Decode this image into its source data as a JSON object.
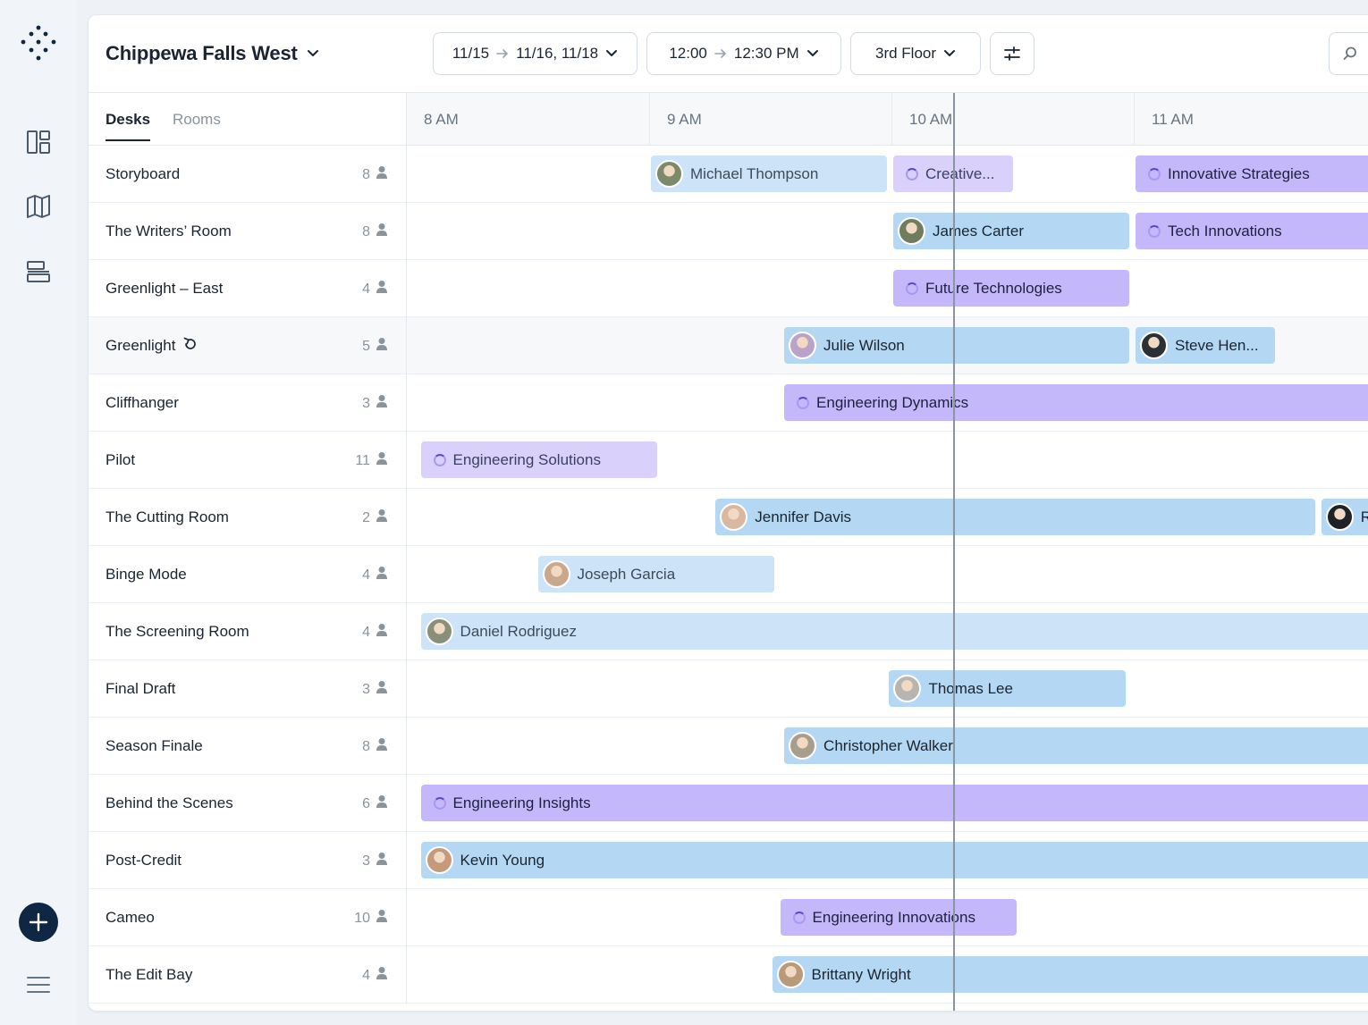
{
  "header": {
    "location": "Chippewa Falls West",
    "date_start": "11/15",
    "date_end": "11/16, 11/18",
    "time_start": "12:00",
    "time_end": "12:30 PM",
    "floor": "3rd Floor"
  },
  "tabs": [
    {
      "label": "Desks",
      "active": true
    },
    {
      "label": "Rooms",
      "active": false
    }
  ],
  "hours": [
    "8 AM",
    "9 AM",
    "10 AM",
    "11 AM"
  ],
  "rooms": [
    {
      "name": "Storyboard",
      "capacity": "8"
    },
    {
      "name": "The Writers’ Room",
      "capacity": "8"
    },
    {
      "name": "Greenlight – East",
      "capacity": "4"
    },
    {
      "name": "Greenlight",
      "capacity": "5",
      "highlighted": true
    },
    {
      "name": "Cliffhanger",
      "capacity": "3"
    },
    {
      "name": "Pilot",
      "capacity": "11"
    },
    {
      "name": "The Cutting Room",
      "capacity": "2"
    },
    {
      "name": "Binge Mode",
      "capacity": "4"
    },
    {
      "name": "The Screening Room",
      "capacity": "4"
    },
    {
      "name": "Final Draft",
      "capacity": "3"
    },
    {
      "name": "Season Finale",
      "capacity": "8"
    },
    {
      "name": "Behind the Scenes",
      "capacity": "6"
    },
    {
      "name": "Post-Credit",
      "capacity": "3"
    },
    {
      "name": "Cameo",
      "capacity": "10"
    },
    {
      "name": "The Edit Bay",
      "capacity": "4"
    }
  ],
  "bookings": [
    {
      "row": 0,
      "kind": "person",
      "label": "Michael Thompson",
      "start": "8:60",
      "end": "9:59",
      "avatar": "#7d8a6a"
    },
    {
      "row": 0,
      "kind": "team",
      "label": "Creative...",
      "start": "10:00",
      "end": "10:30"
    },
    {
      "row": 0,
      "kind": "team",
      "label": "Innovative Strategies",
      "start": "11:00",
      "end": "12:00",
      "strong": true
    },
    {
      "row": 1,
      "kind": "person",
      "label": "James Carter",
      "start": "10:00",
      "end": "10:59",
      "avatar": "#6f7d5e",
      "strong": true
    },
    {
      "row": 1,
      "kind": "team",
      "label": "Tech Innovations",
      "start": "11:00",
      "end": "12:00",
      "strong": true
    },
    {
      "row": 2,
      "kind": "team",
      "label": "Future Technologies",
      "start": "10:00",
      "end": "10:59",
      "strong": true
    },
    {
      "row": 3,
      "kind": "person",
      "label": "Julie Wilson",
      "start": "9:33",
      "end": "10:59",
      "avatar": "#b9a3c9",
      "strong": true
    },
    {
      "row": 3,
      "kind": "person",
      "label": "Steve Hen...",
      "start": "11:00",
      "end": "11:35",
      "avatar": "#2b2f36",
      "strong": true
    },
    {
      "row": 4,
      "kind": "team",
      "label": "Engineering Dynamics",
      "start": "9:33",
      "end": "12:00",
      "strong": true
    },
    {
      "row": 5,
      "kind": "team",
      "label": "Engineering Solutions",
      "start": "8:03",
      "end": "9:02"
    },
    {
      "row": 6,
      "kind": "person",
      "label": "Jennifer Davis",
      "start": "9:16",
      "end": "11:45",
      "avatar": "#d8b8a0",
      "strong": true
    },
    {
      "row": 6,
      "kind": "person",
      "label": "Ri",
      "start": "11:46",
      "end": "12:00",
      "avatar": "#1f2328",
      "strong": true
    },
    {
      "row": 7,
      "kind": "person",
      "label": "Joseph Garcia",
      "start": "8:32",
      "end": "9:31",
      "avatar": "#c9a88c"
    },
    {
      "row": 8,
      "kind": "person",
      "label": "Daniel Rodriguez",
      "start": "8:03",
      "end": "12:00",
      "avatar": "#8a8f7a"
    },
    {
      "row": 9,
      "kind": "person",
      "label": "Thomas Lee",
      "start": "9:59",
      "end": "10:58",
      "avatar": "#b8b4ae",
      "strong": true
    },
    {
      "row": 10,
      "kind": "person",
      "label": "Christopher Walker",
      "start": "9:33",
      "end": "12:00",
      "avatar": "#a89e8c",
      "strong": true
    },
    {
      "row": 11,
      "kind": "team",
      "label": "Engineering Insights",
      "start": "8:03",
      "end": "12:00",
      "strong": true
    },
    {
      "row": 12,
      "kind": "person",
      "label": "Kevin Young",
      "start": "8:03",
      "end": "12:00",
      "avatar": "#c49a7a",
      "strong": true
    },
    {
      "row": 13,
      "kind": "team",
      "label": "Engineering Innovations",
      "start": "9:32",
      "end": "10:31",
      "strong": true
    },
    {
      "row": 14,
      "kind": "person",
      "label": "Brittany Wright",
      "start": "9:30",
      "end": "12:00",
      "avatar": "#b89a78",
      "strong": true
    }
  ],
  "current_time": "10:15"
}
